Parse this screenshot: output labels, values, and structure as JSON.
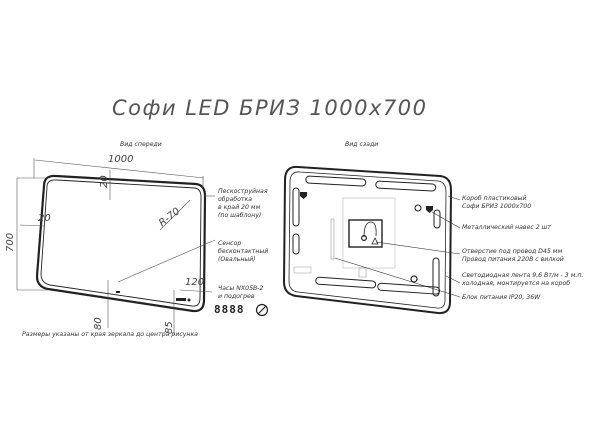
{
  "title": "Софи LED БРИЗ 1000x700",
  "front_view": {
    "label": "Вид спереди",
    "dimensions": {
      "width": "1000",
      "height": "700",
      "top_margin": "20",
      "side_margin": "20",
      "radius": "R-70",
      "sensor_offset": "80",
      "clock_offset_bottom": "85",
      "clock_offset_side": "120"
    },
    "callouts": {
      "sandblast": [
        "Пескоструйная",
        "обработка",
        "в край 20 мм",
        "(по шаблону)"
      ],
      "sensor": [
        "Сенсор",
        "бесконтактный",
        "(Овальный)"
      ],
      "clock": [
        "Часы NX05B-2",
        "и подогрев"
      ]
    },
    "clock_display": "8888",
    "heat_icon": "no-fog-icon",
    "note": "Размеры указаны от края зеркала до центра рисунка"
  },
  "back_view": {
    "label": "Вид сзади",
    "callouts": [
      {
        "lines": [
          "Короб пластиковый",
          "Софи БРИЗ 1000x700"
        ]
      },
      {
        "lines": [
          "Металлический навес 2 шт"
        ]
      },
      {
        "lines": [
          "Отверстие под провод D45 мм",
          "Провод питания 220В с вилкой"
        ]
      },
      {
        "lines": [
          "Светодиодная лента 9,6 Вт/м - 3 м.п.",
          "холодная, монтируется на короб"
        ]
      },
      {
        "lines": [
          "Блок питания IP20, 36W"
        ]
      }
    ]
  }
}
